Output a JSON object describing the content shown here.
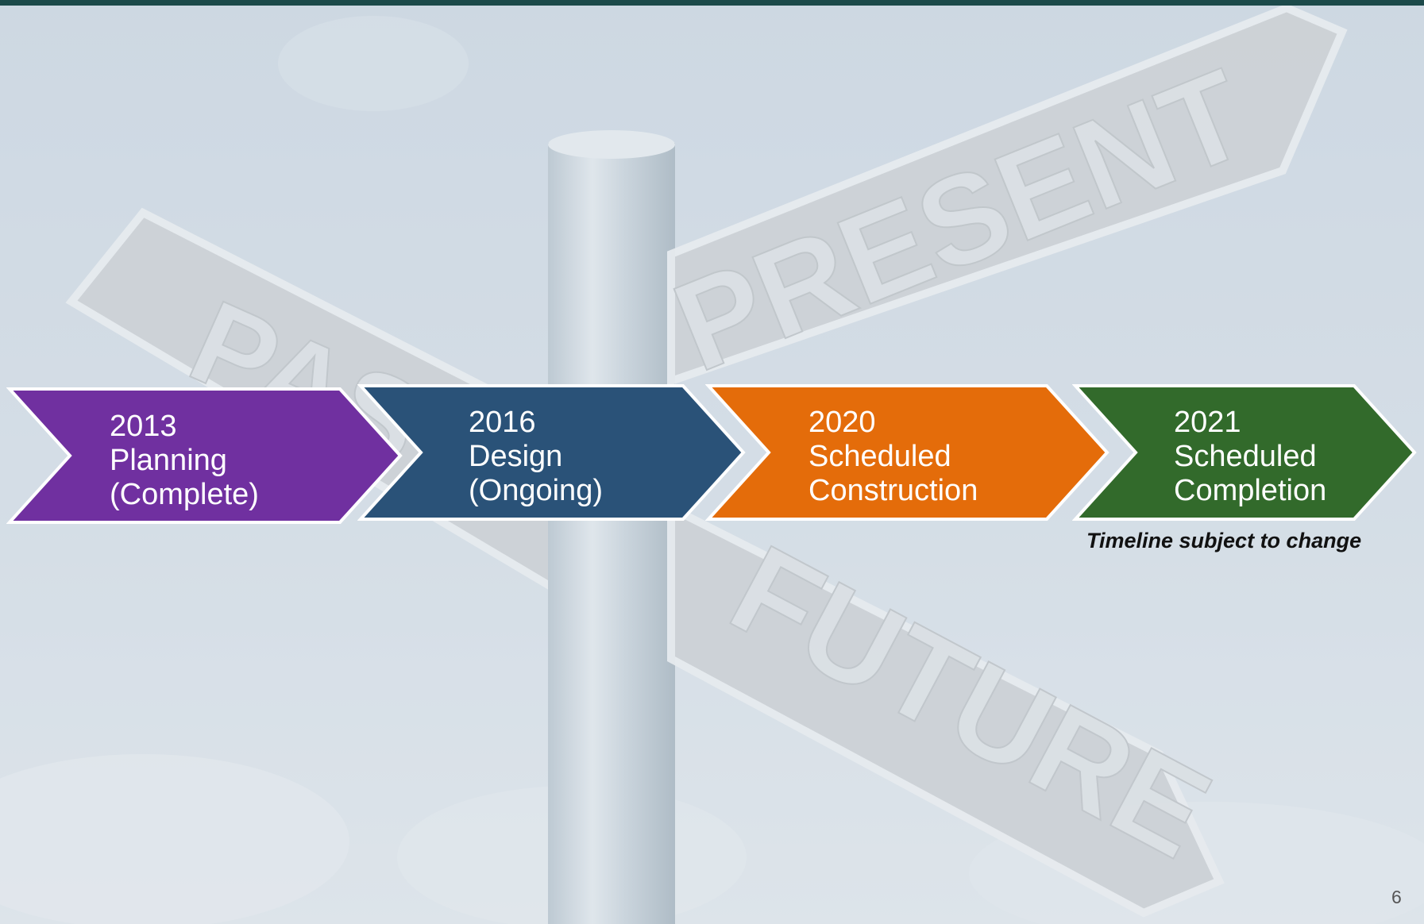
{
  "timeline": {
    "steps": [
      {
        "year": "2013",
        "line1": "Planning",
        "line2": "(Complete)",
        "color": "#7030a0"
      },
      {
        "year": "2016",
        "line1": "Design",
        "line2": "(Ongoing)",
        "color": "#2a5278"
      },
      {
        "year": "2020",
        "line1": "Scheduled",
        "line2": "Construction",
        "color": "#e46c0a"
      },
      {
        "year": "2021",
        "line1": "Scheduled",
        "line2": "Completion",
        "color": "#326a2b"
      }
    ],
    "note": "Timeline subject to change"
  },
  "background": {
    "signs": [
      "PAST",
      "PRESENT",
      "FUTURE"
    ]
  },
  "slide": {
    "page_number": "6"
  },
  "colors": {
    "top_bar": "#1c4a4a",
    "sky": "#cdd7e0",
    "sign": "#c9ccce"
  }
}
